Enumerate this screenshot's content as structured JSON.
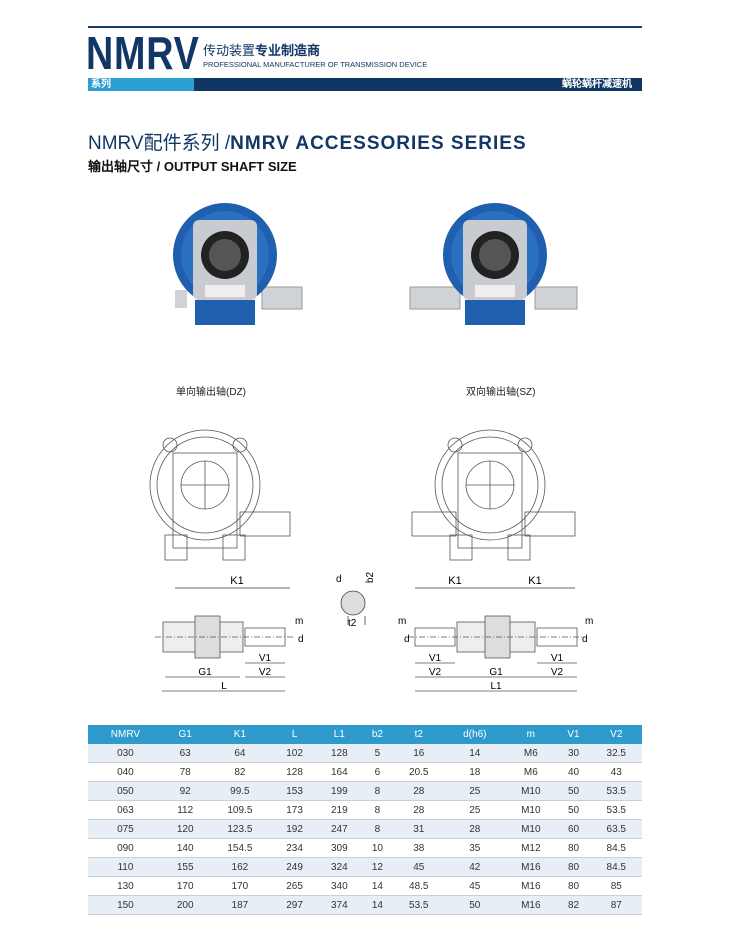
{
  "header": {
    "logo": "NMRV",
    "tagline_cn_light": "传动装置",
    "tagline_cn_bold": "专业制造商",
    "tagline_en": "PROFESSIONAL MANUFACTURER OF TRANSMISSION DEVICE",
    "bar_left": "系列",
    "bar_right": "蜗轮蜗杆减速机"
  },
  "title": {
    "cn": "NMRV配件系列 /",
    "en": "NMRV ACCESSORIES SERIES"
  },
  "subtitle": "输出轴尺寸 / OUTPUT SHAFT SIZE",
  "captions": {
    "single": "单向输出轴(DZ)",
    "double": "双向输出轴(SZ)"
  },
  "dims": {
    "k1": "K1",
    "d": "d",
    "b2": "b2",
    "t2": "t2",
    "m": "m",
    "v1": "V1",
    "v2": "V2",
    "g1": "G1",
    "l": "L",
    "l1": "L1"
  },
  "table": {
    "headers": [
      "NMRV",
      "G1",
      "K1",
      "L",
      "L1",
      "b2",
      "t2",
      "d(h6)",
      "m",
      "V1",
      "V2"
    ],
    "rows": [
      [
        "030",
        "63",
        "64",
        "102",
        "128",
        "5",
        "16",
        "14",
        "M6",
        "30",
        "32.5"
      ],
      [
        "040",
        "78",
        "82",
        "128",
        "164",
        "6",
        "20.5",
        "18",
        "M6",
        "40",
        "43"
      ],
      [
        "050",
        "92",
        "99.5",
        "153",
        "199",
        "8",
        "28",
        "25",
        "M10",
        "50",
        "53.5"
      ],
      [
        "063",
        "112",
        "109.5",
        "173",
        "219",
        "8",
        "28",
        "25",
        "M10",
        "50",
        "53.5"
      ],
      [
        "075",
        "120",
        "123.5",
        "192",
        "247",
        "8",
        "31",
        "28",
        "M10",
        "60",
        "63.5"
      ],
      [
        "090",
        "140",
        "154.5",
        "234",
        "309",
        "10",
        "38",
        "35",
        "M12",
        "80",
        "84.5"
      ],
      [
        "110",
        "155",
        "162",
        "249",
        "324",
        "12",
        "45",
        "42",
        "M16",
        "80",
        "84.5"
      ],
      [
        "130",
        "170",
        "170",
        "265",
        "340",
        "14",
        "48.5",
        "45",
        "M16",
        "80",
        "85"
      ],
      [
        "150",
        "200",
        "187",
        "297",
        "374",
        "14",
        "53.5",
        "50",
        "M16",
        "82",
        "87"
      ]
    ]
  },
  "colors": {
    "navy": "#123766",
    "accent": "#2e9bcc",
    "motor_blue": "#1f5fae"
  }
}
